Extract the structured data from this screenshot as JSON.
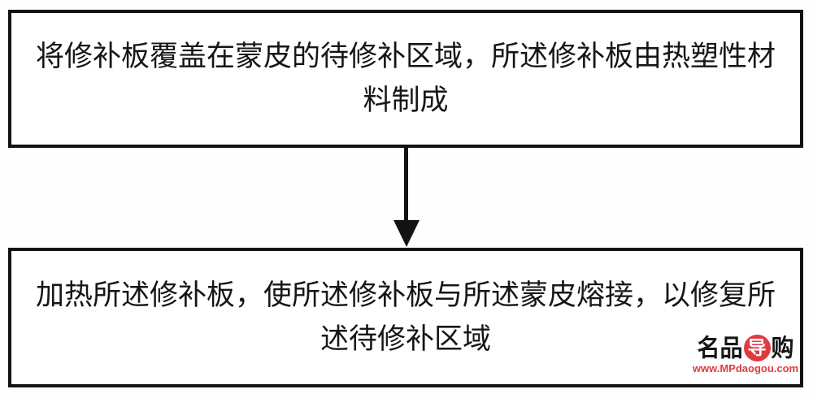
{
  "flowchart": {
    "steps": [
      {
        "full_text": "将修补板覆盖在蒙皮的待修补区域，所述修补板由热塑性材料制成",
        "line1": "将修补板覆盖在蒙皮的待修补区域，所述修补板由热塑性材",
        "line2": "料制成"
      },
      {
        "full_text": "加热所述修补板，使所述修补板与所述蒙皮熔接，以修复所述待修补区域",
        "line1": "加热所述修补板，使所述修补板与所述蒙皮熔接，以修复所",
        "line2": "述待修补区域"
      }
    ],
    "connector": "down-arrow",
    "box_border_color": "#131313",
    "text_color": "#161616"
  },
  "watermark": {
    "chars_before_circle": "名品",
    "circle_char": "导",
    "char_after_circle": "购",
    "url": "www.MPdaogou.com",
    "brand_color": "#e03a41"
  }
}
